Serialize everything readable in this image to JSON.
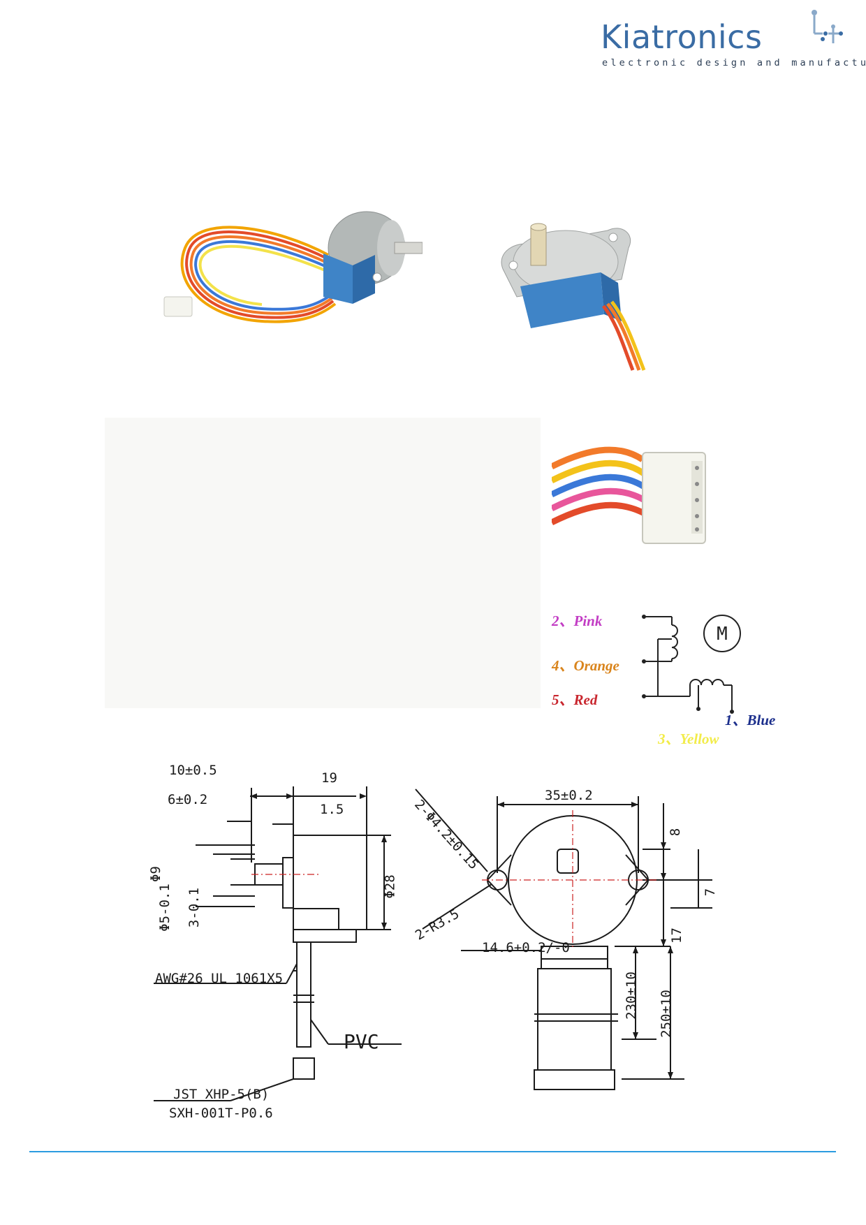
{
  "header": {
    "brand_name": "Kiatronics",
    "brand_tagline": "electronic design and manufacture",
    "brand_color": "#3a6ca4"
  },
  "photos": {
    "motor_left_icon": "stepper-motor-photo",
    "motor_right_icon": "stepper-motor-back-photo",
    "connector_icon": "connector-photo"
  },
  "wiring": {
    "wires": [
      {
        "label": "2、Pink",
        "color": "#c23cc4"
      },
      {
        "label": "4、Orange",
        "color": "#d9841c"
      },
      {
        "label": "5、Red",
        "color": "#c8262e"
      },
      {
        "label": "1、Blue",
        "color": "#1c2f8c"
      },
      {
        "label": "3、Yellow",
        "color": "#f2ec4a"
      }
    ],
    "motor_symbol": "M"
  },
  "drawing": {
    "dims": {
      "shaft_len": "10±0.5",
      "total_len": "19",
      "flat_len": "6±0.2",
      "boss_len": "1.5",
      "shaft_dia_9": "Φ9",
      "shaft_dia_5": "Φ5-0.1",
      "flat_3": "3-0.1",
      "body_dia": "Φ28",
      "hole_pitch": "35±0.2",
      "mount_holes": "2-Φ4.2±0.15",
      "ear_radius": "2-R3.5",
      "offset_8": "8",
      "offset_7": "7",
      "offset_17": "17",
      "connector_width": "14.6+0.2/-0",
      "lead_230": "230±10",
      "lead_250": "250±10"
    },
    "cable_spec": "AWG#26 UL 1061X5",
    "sheath": "PVC",
    "connector_spec_1": "JST XHP-5(B)",
    "connector_spec_2": "SXH-001T-P0.6"
  },
  "footer": {
    "rule_color": "#2b9be0"
  }
}
